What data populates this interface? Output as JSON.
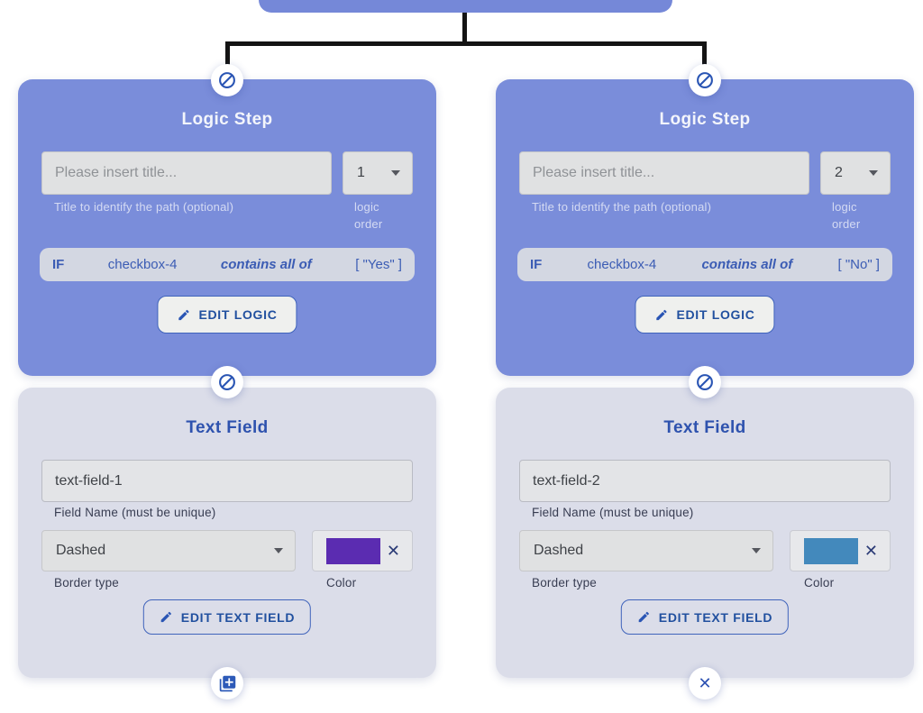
{
  "palette": {
    "root_node_blue": "#7588d8",
    "logic_card_blue": "#7a8dda",
    "text_card_gray": "#dbdde9",
    "accent_blue": "#2a52ae",
    "connector_black": "#141414",
    "condition_row_bg": "#d3d7e2",
    "left_swatch_color": "#5b2cb1",
    "right_swatch_color": "#4389bc"
  },
  "columns": [
    {
      "logic_step": {
        "title": "Logic Step",
        "title_input_placeholder": "Please insert title...",
        "order_value": "1",
        "title_helper": "Title to identify the path (optional)",
        "order_helper": "logic order",
        "condition": {
          "keyword": "IF",
          "field": "checkbox-4",
          "operator": "contains all of",
          "value": "[ \"Yes\" ]"
        },
        "edit_button_label": "EDIT LOGIC"
      },
      "text_field": {
        "title": "Text Field",
        "field_name_value": "text-field-1",
        "field_name_label": "Field Name (must be unique)",
        "border_type_value": "Dashed",
        "border_type_label": "Border type",
        "color_label": "Color",
        "swatch_color": "#5b2cb1",
        "edit_button_label": "EDIT TEXT FIELD"
      },
      "anchor_icons": {
        "top": "block-icon",
        "middle": "block-icon",
        "bottom": "duplicate-icon"
      }
    },
    {
      "logic_step": {
        "title": "Logic Step",
        "title_input_placeholder": "Please insert title...",
        "order_value": "2",
        "title_helper": "Title to identify the path (optional)",
        "order_helper": "logic order",
        "condition": {
          "keyword": "IF",
          "field": "checkbox-4",
          "operator": "contains all of",
          "value": "[ \"No\" ]"
        },
        "edit_button_label": "EDIT LOGIC"
      },
      "text_field": {
        "title": "Text Field",
        "field_name_value": "text-field-2",
        "field_name_label": "Field Name (must be unique)",
        "border_type_value": "Dashed",
        "border_type_label": "Border type",
        "color_label": "Color",
        "swatch_color": "#4389bc",
        "edit_button_label": "EDIT TEXT FIELD"
      },
      "anchor_icons": {
        "top": "block-icon",
        "middle": "block-icon",
        "bottom": "close-icon"
      }
    }
  ]
}
